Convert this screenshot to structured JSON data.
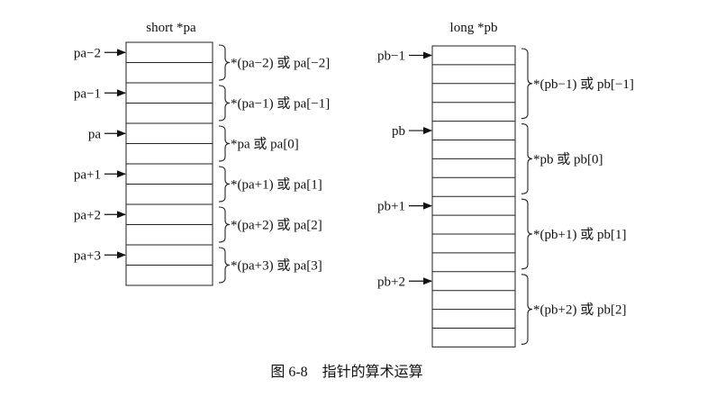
{
  "left": {
    "title": "short *pa",
    "pointers": [
      "pa−2",
      "pa−1",
      "pa",
      "pa+1",
      "pa+2",
      "pa+3"
    ],
    "exprs": [
      "*(pa−2) 或 pa[−2]",
      "*(pa−1) 或 pa[−1]",
      "*pa 或 pa[0]",
      "*(pa+1) 或 pa[1]",
      "*(pa+2) 或 pa[2]",
      "*(pa+3) 或 pa[3]"
    ],
    "bytes_per_element": 2
  },
  "right": {
    "title": "long *pb",
    "pointers": [
      "pb−1",
      "pb",
      "pb+1",
      "pb+2"
    ],
    "exprs": [
      "*(pb−1) 或 pb[−1]",
      "*pb 或 pb[0]",
      "*(pb+1) 或 pb[1]",
      "*(pb+2) 或 pb[2]"
    ],
    "bytes_per_element": 4
  },
  "caption": "图 6-8　指针的算术运算"
}
